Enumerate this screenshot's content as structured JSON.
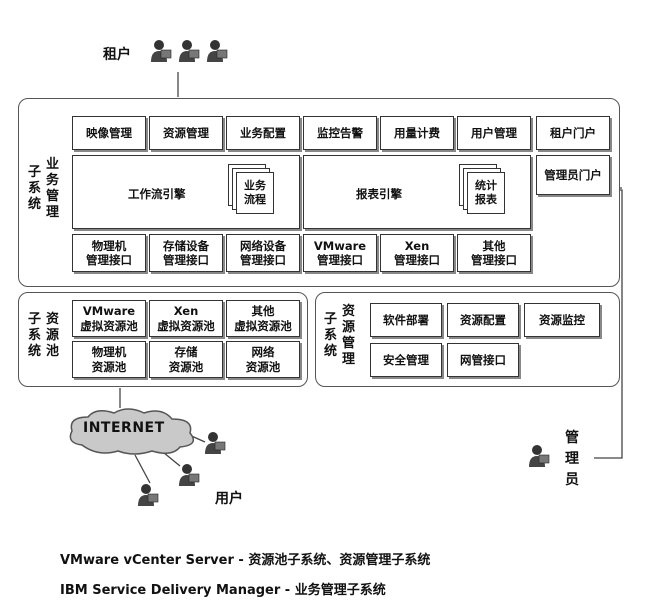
{
  "tenant_label": "租户",
  "business": {
    "title_chars": [
      "子",
      "系",
      "统"
    ],
    "title_chars2": [
      "业",
      "务",
      "管",
      "理"
    ],
    "top_row": [
      "映像管理",
      "资源管理",
      "业务配置",
      "监控告警",
      "用量计费",
      "用户管理",
      "租户门户"
    ],
    "admin_portal": "管理员门户",
    "workflow_engine": "工作流引擎",
    "workflow_doc": "业务\n流程",
    "report_engine": "报表引擎",
    "report_doc": "统计\n报表",
    "interfaces": [
      "物理机\n管理接口",
      "存储设备\n管理接口",
      "网络设备\n管理接口",
      "VMware\n管理接口",
      "Xen\n管理接口",
      "其他\n管理接口"
    ]
  },
  "pool": {
    "title_chars": [
      "子",
      "系",
      "统"
    ],
    "title_chars2": [
      "资",
      "源",
      "池"
    ],
    "boxes": [
      "VMware\n虚拟资源池",
      "Xen\n虚拟资源池",
      "其他\n虚拟资源池",
      "物理机\n资源池",
      "存储\n资源池",
      "网络\n资源池"
    ]
  },
  "resmgmt": {
    "title_chars": [
      "子",
      "系",
      "统"
    ],
    "title_chars2": [
      "资",
      "源",
      "管",
      "理"
    ],
    "boxes": [
      "软件部署",
      "资源配置",
      "资源监控",
      "安全管理",
      "网管接口"
    ]
  },
  "internet_label": "INTERNET",
  "user_label": "用户",
  "admin_label_chars": [
    "管",
    "理",
    "员"
  ],
  "footer": {
    "line1": "VMware vCenter Server - 资源池子系统、资源管理子系统",
    "line2": "IBM Service Delivery Manager - 业务管理子系统"
  }
}
